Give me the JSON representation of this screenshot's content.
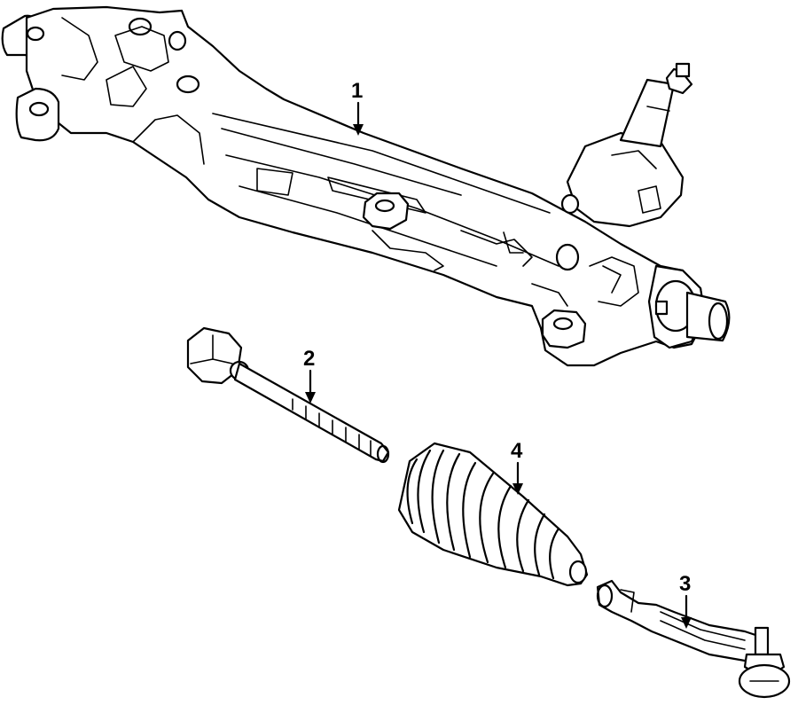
{
  "diagram": {
    "parts": [
      {
        "id": "rack-and-pinion",
        "callout": "1"
      },
      {
        "id": "inner-tie-rod",
        "callout": "2"
      },
      {
        "id": "outer-tie-rod-end",
        "callout": "3"
      },
      {
        "id": "rack-boot",
        "callout": "4"
      }
    ],
    "line_color": "#000000",
    "background": "#ffffff"
  }
}
